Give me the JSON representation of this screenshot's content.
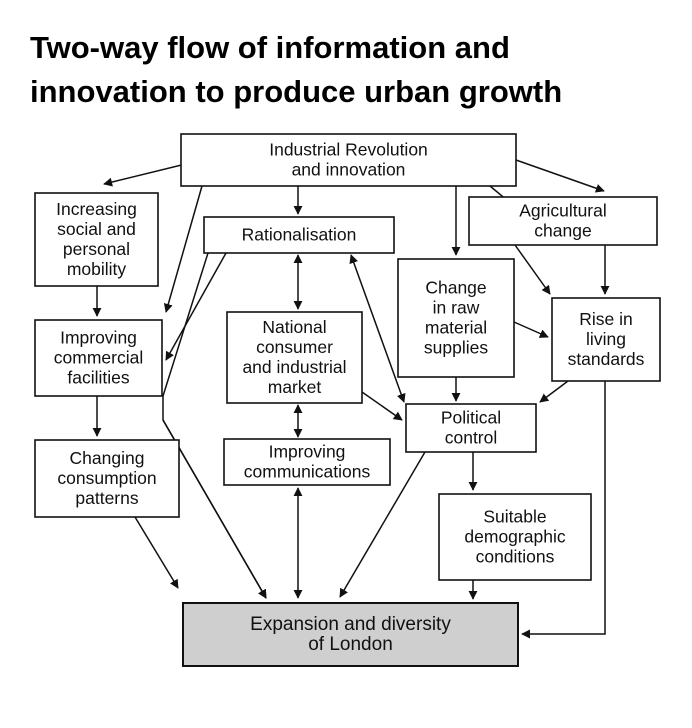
{
  "title": {
    "line1": "Two-way flow of information and",
    "line2": "innovation to produce urban growth"
  },
  "nodes": [
    {
      "id": "industrial",
      "lines": [
        "Industrial Revolution",
        "and innovation"
      ]
    },
    {
      "id": "mobility",
      "lines": [
        "Increasing",
        "social and",
        "personal",
        "mobility"
      ]
    },
    {
      "id": "rationalisation",
      "lines": [
        "Rationalisation"
      ]
    },
    {
      "id": "agricultural",
      "lines": [
        "Agricultural",
        "change"
      ]
    },
    {
      "id": "commercial",
      "lines": [
        "Improving",
        "commercial",
        "facilities"
      ]
    },
    {
      "id": "market",
      "lines": [
        "National",
        "consumer",
        "and industrial",
        "market"
      ]
    },
    {
      "id": "raw",
      "lines": [
        "Change",
        "in raw",
        "material",
        "supplies"
      ]
    },
    {
      "id": "living",
      "lines": [
        "Rise in",
        "living",
        "standards"
      ]
    },
    {
      "id": "political",
      "lines": [
        "Political",
        "control"
      ]
    },
    {
      "id": "consumption",
      "lines": [
        "Changing",
        "consumption",
        "patterns"
      ]
    },
    {
      "id": "communications",
      "lines": [
        "Improving",
        "communications"
      ]
    },
    {
      "id": "demographic",
      "lines": [
        "Suitable",
        "demographic",
        "conditions"
      ]
    },
    {
      "id": "london",
      "lines": [
        "Expansion and diversity",
        "of London"
      ]
    }
  ],
  "edges": [
    {
      "from": "industrial",
      "to": "mobility",
      "direction": "forward"
    },
    {
      "from": "industrial",
      "to": "rationalisation",
      "direction": "forward"
    },
    {
      "from": "industrial",
      "to": "agricultural",
      "direction": "forward"
    },
    {
      "from": "industrial",
      "to": "raw",
      "direction": "forward"
    },
    {
      "from": "industrial",
      "to": "commercial",
      "direction": "forward"
    },
    {
      "from": "industrial",
      "to": "living",
      "direction": "forward"
    },
    {
      "from": "mobility",
      "to": "commercial",
      "direction": "forward"
    },
    {
      "from": "commercial",
      "to": "consumption",
      "direction": "forward"
    },
    {
      "from": "rationalisation",
      "to": "market",
      "direction": "both"
    },
    {
      "from": "rationalisation",
      "to": "commercial",
      "direction": "forward"
    },
    {
      "from": "rationalisation",
      "to": "london",
      "direction": "forward"
    },
    {
      "from": "political",
      "to": "rationalisation",
      "direction": "both"
    },
    {
      "from": "agricultural",
      "to": "living",
      "direction": "forward"
    },
    {
      "from": "raw",
      "to": "living",
      "direction": "forward"
    },
    {
      "from": "raw",
      "to": "political",
      "direction": "forward"
    },
    {
      "from": "market",
      "to": "political",
      "direction": "forward"
    },
    {
      "from": "market",
      "to": "communications",
      "direction": "both"
    },
    {
      "from": "living",
      "to": "political",
      "direction": "forward"
    },
    {
      "from": "living",
      "to": "london",
      "direction": "forward"
    },
    {
      "from": "political",
      "to": "demographic",
      "direction": "forward"
    },
    {
      "from": "political",
      "to": "london",
      "direction": "forward"
    },
    {
      "from": "commercial",
      "to": "london",
      "direction": "forward"
    },
    {
      "from": "consumption",
      "to": "london",
      "direction": "forward"
    },
    {
      "from": "communications",
      "to": "london",
      "direction": "both"
    },
    {
      "from": "demographic",
      "to": "london",
      "direction": "forward"
    }
  ]
}
